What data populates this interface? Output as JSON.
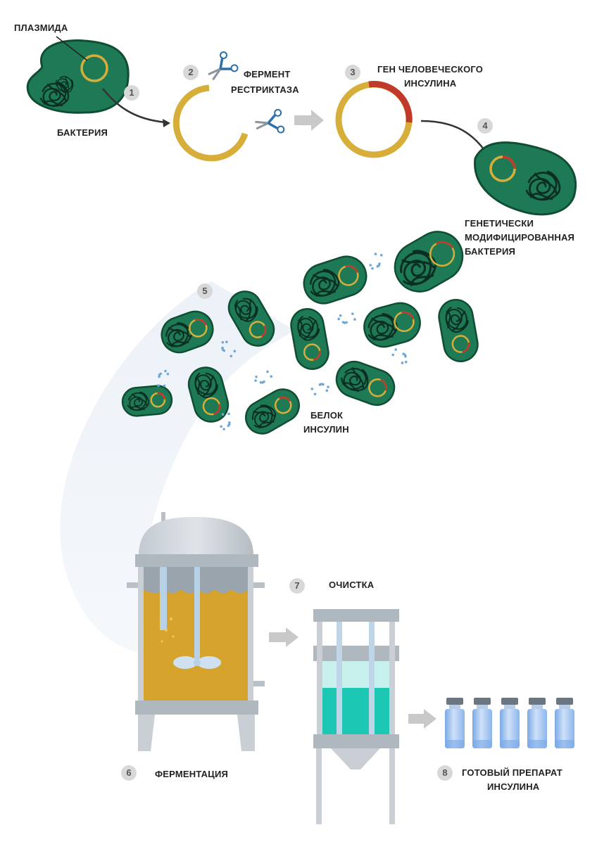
{
  "labels": {
    "plasmid": "ПЛАЗМИДА",
    "bacterium": "БАКТЕРИЯ",
    "restriction_enzyme": [
      "ФЕРМЕНТ",
      "РЕСТРИКТАЗА"
    ],
    "human_insulin_gene": [
      "ГЕН ЧЕЛОВЕЧЕСКОГО",
      "ИНСУЛИНА"
    ],
    "gm_bacterium": [
      "ГЕНЕТИЧЕСКИ",
      "МОДИФИЦИРОВАННАЯ",
      "БАКТЕРИЯ"
    ],
    "insulin_protein": [
      "БЕЛОК",
      "ИНСУЛИН"
    ],
    "purification": "ОЧИСТКА",
    "fermentation": "ФЕРМЕНТАЦИЯ",
    "final_product": [
      "ГОТОВЫЙ ПРЕПАРАТ",
      "ИНСУЛИНА"
    ]
  },
  "steps": [
    "1",
    "2",
    "3",
    "4",
    "5",
    "6",
    "7",
    "8"
  ],
  "colors": {
    "bacterium_green": "#1e7a55",
    "bacterium_dark": "#0f4d34",
    "plasmid_gold": "#d8ae3a",
    "insulin_gene_red": "#c0392b",
    "fermenter_liquid": "#d6a42c",
    "column_liquid": "#1cc7b3",
    "vial_blue": "#8bb8ee",
    "equipment_gray": "#b9c0c6",
    "arrow_gray": "#c9c9c9",
    "protein_dots": "#6fa8d8"
  },
  "icons": [
    "scissors-icon",
    "scissors-icon"
  ]
}
